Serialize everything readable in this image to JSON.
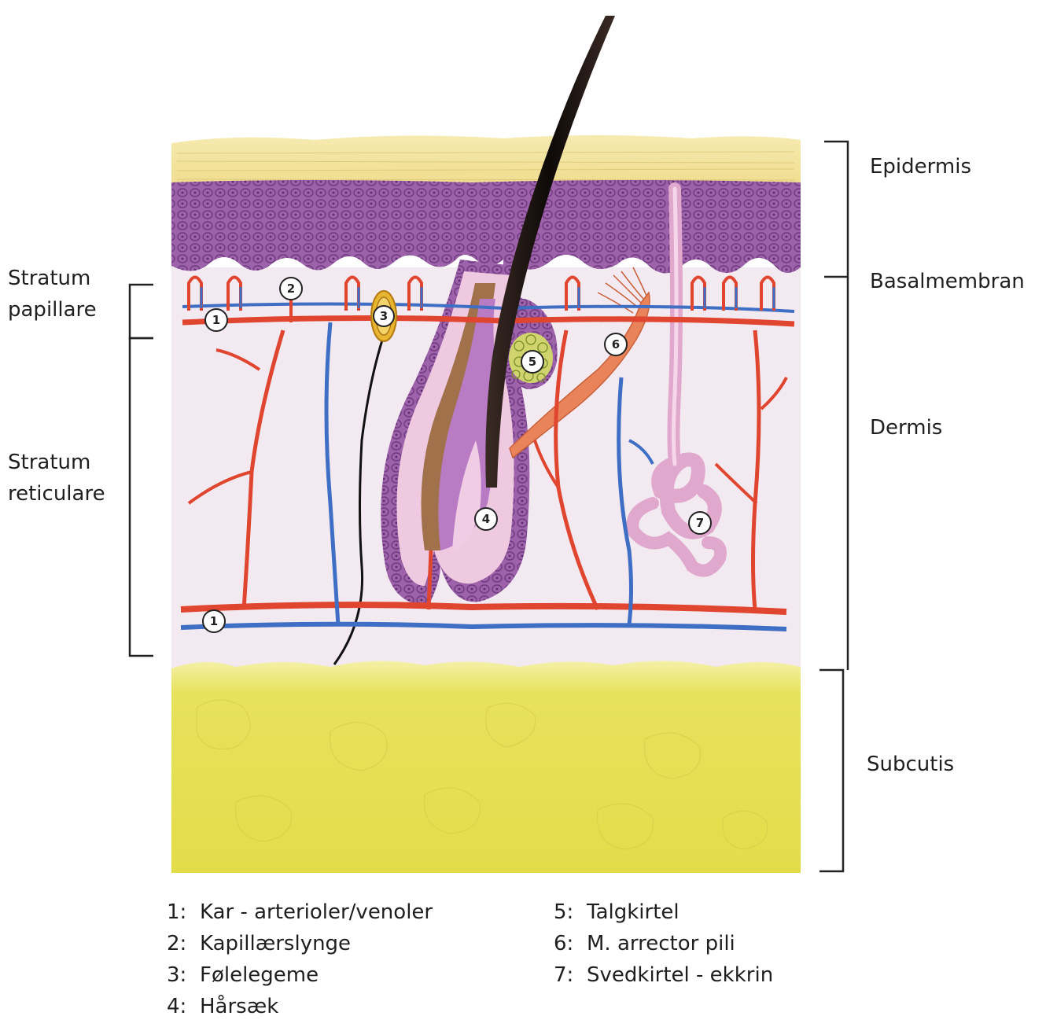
{
  "layers": {
    "epidermis": "Epidermis",
    "basalmembran": "Basalmembran",
    "dermis": "Dermis",
    "subcutis": "Subcutis"
  },
  "side_labels": {
    "papillare_line1": "Stratum",
    "papillare_line2": "papillare",
    "reticulare_line1": "Stratum",
    "reticulare_line2": "reticulare"
  },
  "markers": [
    "1",
    "2",
    "3",
    "4",
    "5",
    "6",
    "7"
  ],
  "legend": [
    {
      "num": "1:",
      "text": "Kar - arterioler/venoler"
    },
    {
      "num": "2:",
      "text": "Kapillærslynge"
    },
    {
      "num": "3:",
      "text": "Følelegeme"
    },
    {
      "num": "4:",
      "text": "Hårsæk"
    },
    {
      "num": "5:",
      "text": "Talgkirtel"
    },
    {
      "num": "6:",
      "text": "M. arrector pili"
    },
    {
      "num": "7:",
      "text": "Svedkirtel - ekkrin"
    }
  ],
  "colors": {
    "stratum_corneum": "#f0e29a",
    "epidermis_cells": "#9b5fa8",
    "dermis": "#f3e8f1",
    "subcutis": "#e6e05a",
    "artery": "#e0452f",
    "vein": "#3f6fc4",
    "hair": "#1a1412",
    "muscle": "#e9845a",
    "sweat_gland": "#e6b8d6",
    "sebaceous": "#c9d36a"
  }
}
